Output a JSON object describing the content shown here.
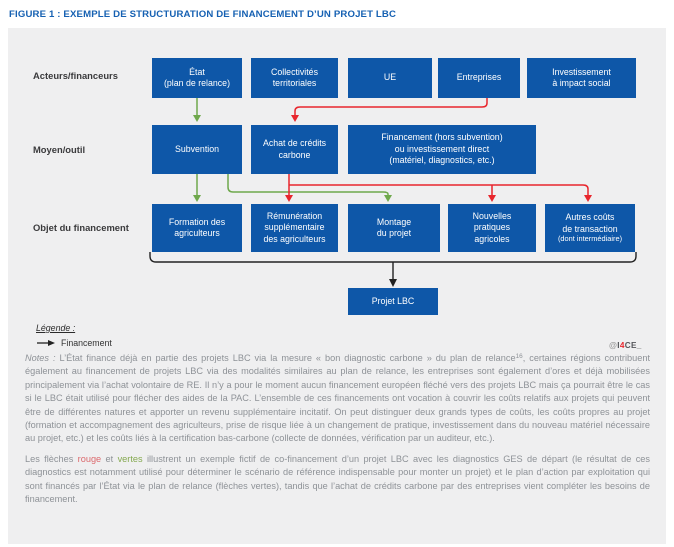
{
  "figure": {
    "title": "FIGURE 1 : EXEMPLE DE STRUCTURATION DE FINANCEMENT D’UN PROJET LBC"
  },
  "diagram": {
    "row_labels": [
      "Acteurs/financeurs",
      "Moyen/outil",
      "Objet du financement"
    ],
    "actors": [
      "État\n(plan de relance)",
      "Collectivités\nterritoriales",
      "UE",
      "Entreprises",
      "Investissement\nà impact social"
    ],
    "means": [
      "Subvention",
      "Achat de crédits\ncarbone",
      "Financement (hors subvention)\nou investissement direct\n(matériel, diagnostics, etc.)"
    ],
    "objects": [
      "Formation des\nagriculteurs",
      "Rémunération\nsupplémentaire\ndes agriculteurs",
      "Montage\ndu projet",
      "Nouvelles\npratiques\nagricoles",
      "Autres coûts\nde transaction"
    ],
    "objects_sub": "(dont intermédiaire)",
    "project": "Projet LBC",
    "colors": {
      "title_blue": "#1560B2",
      "box_blue": "#0E57A8",
      "arrow_green": "#6FA84C",
      "arrow_red": "#E8262D",
      "arrow_black": "#222222",
      "notes_red": "#DC6A6E",
      "notes_green": "#85A950"
    }
  },
  "legend": {
    "title": "Légende :",
    "financement": "Financement"
  },
  "watermark": {
    "at": "@",
    "i": "I",
    "four": "4",
    "ce": "CE_"
  },
  "notes": {
    "p1": {
      "label": "Notes :",
      "before_sup": " L’État finance déjà en partie des projets LBC via la mesure « bon diagnostic carbone » du plan de relance",
      "sup": "16",
      "after_sup": ", certaines régions contribuent également au financement de projets LBC via des modalités similaires au plan de relance, les entreprises sont également d’ores et déjà mobilisées principalement via l’achat volontaire de RE. Il n’y a pour le moment aucun financement européen fléché vers des projets LBC mais ça pourrait être le cas si le LBC était utilisé pour flécher des aides de la PAC. L’ensemble de ces financements ont vocation à couvrir les coûts relatifs aux projets qui peuvent être de différentes natures et apporter un revenu supplémentaire incitatif. On peut distinguer deux grands types de coûts, les coûts propres au projet (formation et accompagnement des agriculteurs, prise de risque liée à un changement de pratique, investissement dans du nouveau matériel nécessaire au projet, etc.) et les coûts liés à la certification bas-carbone (collecte de données, vérification par un auditeur, etc.)."
    },
    "p2": {
      "s0": "Les flèches ",
      "red_word": "rouge",
      "s1": " et ",
      "green_word": "vertes",
      "s2": " illustrent un exemple fictif de co-financement d’un projet LBC avec les diagnostics GES de départ (le résultat de ces diagnostics est notamment utilisé pour déterminer le scénario de référence indispensable pour monter un projet) et le plan d’action par exploitation qui sont financés par l’État via le plan de relance (flèches vertes), tandis que l’achat de crédits carbone par des entreprises vient compléter les besoins de financement."
    }
  }
}
